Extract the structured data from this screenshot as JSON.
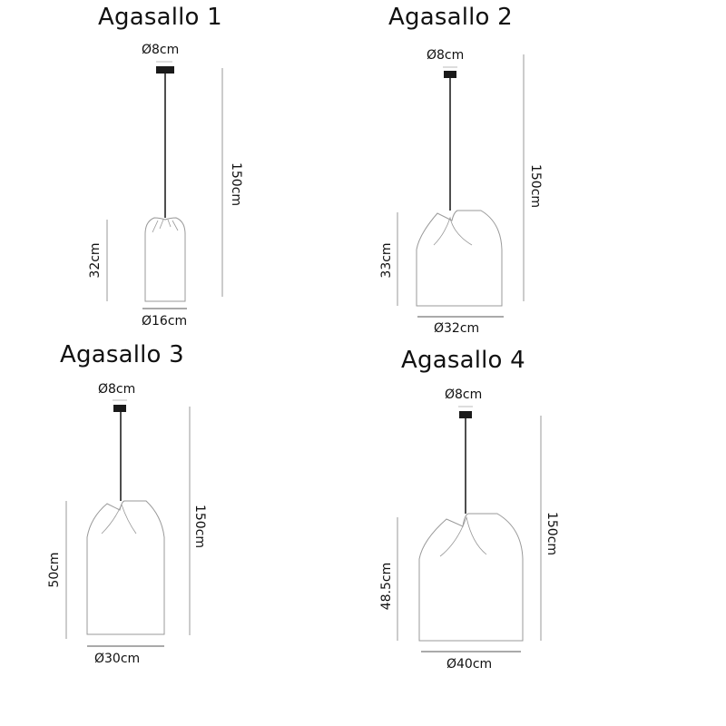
{
  "lamps": [
    {
      "title": "Agasallo 1",
      "canopy_diameter": "Ø8cm",
      "total_height": "150cm",
      "shade_height": "32cm",
      "shade_diameter": "Ø16cm"
    },
    {
      "title": "Agasallo 2",
      "canopy_diameter": "Ø8cm",
      "total_height": "150cm",
      "shade_height": "33cm",
      "shade_diameter": "Ø32cm"
    },
    {
      "title": "Agasallo 3",
      "canopy_diameter": "Ø8cm",
      "total_height": "150cm",
      "shade_height": "50cm",
      "shade_diameter": "Ø30cm"
    },
    {
      "title": "Agasallo 4",
      "canopy_diameter": "Ø8cm",
      "total_height": "150cm",
      "shade_height": "48.5cm",
      "shade_diameter": "Ø40cm"
    }
  ],
  "colors": {
    "line": "#999999",
    "cable": "#222222",
    "canopy": "#1a1a1a",
    "text": "#111111"
  }
}
